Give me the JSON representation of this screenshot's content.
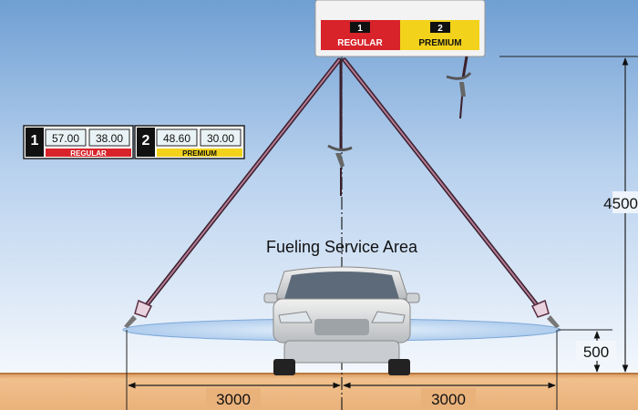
{
  "title": "Fueling Service Area",
  "sign": {
    "grades": [
      {
        "number": "1",
        "label": "REGULAR",
        "color": "#d8232a"
      },
      {
        "number": "2",
        "label": "PREMIUM",
        "color": "#f2d21b"
      }
    ]
  },
  "price_displays": [
    {
      "number": "1",
      "volume": "57.00",
      "amount": "38.00",
      "label": "REGULAR",
      "color": "#d8232a"
    },
    {
      "number": "2",
      "volume": "48.60",
      "amount": "30.00",
      "label": "PREMIUM",
      "color": "#f2d21b"
    }
  ],
  "dimensions": {
    "height_total": "4500",
    "height_low": "500",
    "width_left": "3000",
    "width_right": "3000"
  },
  "colors": {
    "sky_top": "#6f9fd3",
    "sky_bottom": "#f4f8fd",
    "ground": "#e7b07a",
    "hose": "#5c2f42",
    "ellipse": "#bcd6f1"
  },
  "icons": [
    "hose-reel-nozzle-icon",
    "car-icon"
  ]
}
